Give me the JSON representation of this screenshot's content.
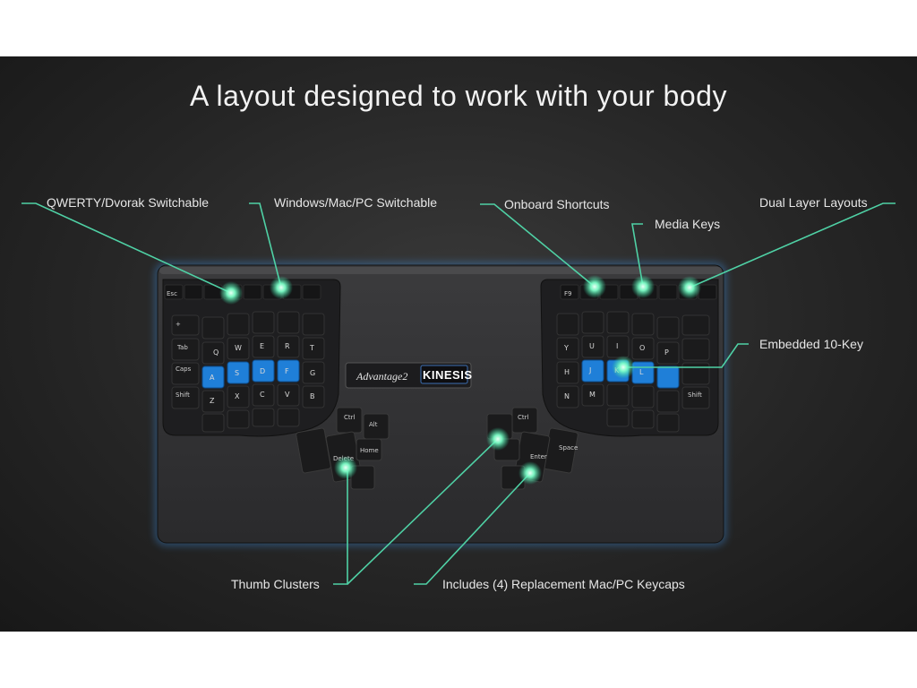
{
  "slide": {
    "title": "A layout designed to work with your body"
  },
  "callouts": {
    "qwerty": "QWERTY/Dvorak Switchable",
    "windows_mac": "Windows/Mac/PC Switchable",
    "onboard": "Onboard Shortcuts",
    "media": "Media Keys",
    "dual_layer": "Dual Layer Layouts",
    "tenkey": "Embedded 10-Key",
    "thumb": "Thumb Clusters",
    "keycaps": "Includes (4) Replacement Mac/PC Keycaps"
  },
  "keyboard": {
    "model": "Advantage2",
    "brand": "KINESIS"
  },
  "colors": {
    "callout_line": "#4fd1a5",
    "glow": "#7dffc8",
    "key_blue": "#1f7fd8",
    "key_dark": "#1b1b1b"
  }
}
